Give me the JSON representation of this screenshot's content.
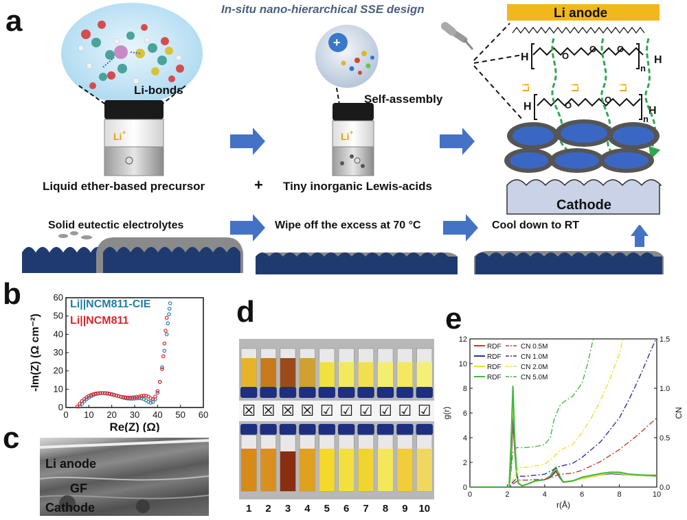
{
  "panel_a": {
    "letter": "a",
    "title": "In-situ nano-hierarchical SSE design",
    "bubble1_label": "Li-bonds",
    "bubble2_label": "Self-assembly",
    "vial_label": "Li",
    "vial_sup": "+",
    "precursor_label": "Liquid ether-based precursor",
    "plus": "+",
    "lewis_label": "Tiny inorganic Lewis-acids",
    "anode_label": "Li anode",
    "cathode_label": "Cathode",
    "ion_label": "Li",
    "ion_sup": "+",
    "polymer_H": "H",
    "polymer_n": "n",
    "step1_label": "Solid eutectic electrolytes",
    "step2_label": "Wipe off the excess at 70 °C",
    "step3_label": "Cool down to RT"
  },
  "panel_b": {
    "letter": "b",
    "chart_data": {
      "type": "scatter",
      "xlabel": "Re(Z) (Ω)",
      "ylabel": "-Im(Z) (Ω cm⁻²)",
      "xlim": [
        0,
        60
      ],
      "ylim": [
        0,
        60
      ],
      "xticks": [
        "0",
        "10",
        "20",
        "30",
        "40",
        "50",
        "60"
      ],
      "yticks": [
        "0",
        "10",
        "20",
        "30",
        "40",
        "50",
        "60"
      ],
      "legend_position": "top-left",
      "series": [
        {
          "name": "Li||NCM811-CIE",
          "color": "#1f7ea6",
          "x": [
            6,
            7,
            8,
            9,
            10,
            11,
            12,
            13,
            14,
            15,
            16,
            17,
            18,
            19,
            20,
            21,
            22,
            23,
            24,
            25,
            26,
            27,
            28,
            29,
            30,
            31,
            32,
            33,
            34,
            35,
            36,
            37,
            38,
            39,
            40,
            41,
            42,
            43,
            44,
            44.5,
            45,
            45.2,
            45.5
          ],
          "y": [
            0.5,
            2,
            3.3,
            4.5,
            5.4,
            6.2,
            6.8,
            7.3,
            7.6,
            7.8,
            7.9,
            7.9,
            7.8,
            7.6,
            7.3,
            7,
            6.6,
            6.2,
            5.8,
            5.4,
            5.1,
            4.9,
            4.8,
            4.8,
            4.9,
            5,
            5.1,
            5,
            4.6,
            3.9,
            3.1,
            2.6,
            3,
            4.5,
            8,
            14,
            22,
            31,
            40,
            46,
            51,
            54,
            57
          ]
        },
        {
          "name": "Li||NCM811",
          "color": "#d9262b",
          "x": [
            5,
            6,
            7,
            8,
            9,
            10,
            11,
            12,
            13,
            14,
            15,
            16,
            17,
            18,
            19,
            20,
            21,
            22,
            23,
            24,
            25,
            26,
            27,
            28,
            29,
            30,
            31,
            32,
            33,
            34,
            35,
            36,
            37,
            38,
            39,
            40,
            41,
            42,
            42.5,
            43,
            43.5,
            44
          ],
          "y": [
            0.5,
            2.1,
            3.5,
            4.6,
            5.5,
            6.3,
            6.9,
            7.3,
            7.6,
            7.8,
            7.9,
            7.9,
            7.8,
            7.6,
            7.4,
            7.1,
            6.8,
            6.5,
            6.2,
            5.9,
            5.7,
            5.5,
            5.4,
            5.4,
            5.5,
            5.6,
            5.8,
            6,
            6.3,
            6.5,
            6.4,
            6,
            5,
            4.5,
            6,
            9,
            14,
            21,
            28,
            35,
            42,
            49
          ]
        }
      ]
    }
  },
  "panel_c": {
    "letter": "c",
    "label_anode": "Li anode",
    "label_gf": "GF",
    "label_cathode": "Cathode"
  },
  "panel_d": {
    "letter": "d",
    "marks": [
      "☒",
      "☒",
      "☒",
      "☒",
      "☑",
      "☑",
      "☑",
      "☑",
      "☑",
      "☑"
    ],
    "numbers": [
      "1",
      "2",
      "3",
      "4",
      "5",
      "6",
      "7",
      "8",
      "9",
      "10"
    ],
    "top_liquid_colors": [
      "#e8b32a",
      "#c87a1c",
      "#9b4a1a",
      "#d0a030",
      "#f0e040",
      "#f2ea5a",
      "#f0e050",
      "#f4ee70",
      "#f3e860",
      "#f5ef7a"
    ],
    "bottom_liquid_colors": [
      "#d88a18",
      "#d99020",
      "#8a2e10",
      "#e0a020",
      "#f4d82c",
      "#f3e040",
      "#f0d430",
      "#f3e85a",
      "#f1cd3c",
      "#f0d860"
    ]
  },
  "panel_e": {
    "letter": "e",
    "chart_data": {
      "type": "line",
      "xlabel": "r(Å)",
      "ylabel": "g(r)",
      "y2label": "CN",
      "xlim": [
        0,
        10
      ],
      "ylim": [
        0,
        12
      ],
      "y2lim": [
        0,
        1.5
      ],
      "xticks": [
        "0",
        "2",
        "4",
        "6",
        "8",
        "10"
      ],
      "yticks": [
        "0",
        "2",
        "4",
        "6",
        "8",
        "10",
        "12"
      ],
      "y2ticks": [
        "0.0",
        "0.5",
        "1.0",
        "1.5"
      ],
      "legend_position": "top-left",
      "legend": [
        {
          "rdf": "RDF",
          "cn": "CN 0.5M",
          "color": "#c0392b"
        },
        {
          "rdf": "RDF",
          "cn": "CN 1.0M",
          "color": "#2e2e9a"
        },
        {
          "rdf": "RDF",
          "cn": "CN 2.0M",
          "color": "#e8e030"
        },
        {
          "rdf": "RDF",
          "cn": "CN 5.0M",
          "color": "#3fb93f"
        }
      ],
      "series": [
        {
          "name": "RDF 0.5M",
          "color": "#c0392b",
          "axis": "left",
          "style": "solid",
          "x": [
            0,
            2.1,
            2.2,
            2.3,
            2.4,
            2.5,
            2.6,
            2.8,
            3,
            3.5,
            4,
            4.3,
            4.5,
            4.6,
            4.8,
            5,
            5.5,
            6,
            7,
            7.5,
            8,
            8.5,
            9,
            10
          ],
          "y": [
            0,
            0,
            2,
            5.5,
            3,
            1,
            0.3,
            0.1,
            0.2,
            0.5,
            0.6,
            0.8,
            1.1,
            1.3,
            0.8,
            0.4,
            0.5,
            0.7,
            1.0,
            1.1,
            1.1,
            1.0,
            0.95,
            0.95
          ]
        },
        {
          "name": "RDF 1.0M",
          "color": "#2e2e9a",
          "axis": "left",
          "style": "solid",
          "x": [
            0,
            2.1,
            2.2,
            2.3,
            2.4,
            2.5,
            2.6,
            2.8,
            3,
            3.5,
            4,
            4.3,
            4.5,
            4.6,
            4.8,
            5,
            5.5,
            6,
            7,
            7.5,
            8,
            8.5,
            9,
            10
          ],
          "y": [
            0,
            0,
            2.5,
            6.2,
            3.2,
            1,
            0.3,
            0.1,
            0.2,
            0.5,
            0.6,
            0.8,
            1.2,
            1.4,
            0.8,
            0.4,
            0.5,
            0.7,
            1.0,
            1.1,
            1.05,
            1.0,
            0.95,
            0.9
          ]
        },
        {
          "name": "RDF 2.0M",
          "color": "#e8e030",
          "axis": "left",
          "style": "solid",
          "x": [
            0,
            2.1,
            2.2,
            2.3,
            2.4,
            2.5,
            2.6,
            2.8,
            3,
            3.5,
            4,
            4.3,
            4.5,
            4.6,
            4.8,
            5,
            5.5,
            6,
            7,
            7.5,
            8,
            8.5,
            9,
            10
          ],
          "y": [
            0,
            0,
            3,
            7.2,
            3.5,
            1.1,
            0.3,
            0.1,
            0.2,
            0.5,
            0.6,
            0.9,
            1.3,
            1.5,
            0.9,
            0.4,
            0.5,
            0.7,
            1.0,
            1.15,
            1.1,
            1.0,
            0.95,
            0.9
          ]
        },
        {
          "name": "RDF 5.0M",
          "color": "#3fb93f",
          "axis": "left",
          "style": "solid",
          "x": [
            0,
            2.1,
            2.2,
            2.3,
            2.4,
            2.5,
            2.6,
            2.8,
            3,
            3.5,
            4,
            4.3,
            4.5,
            4.6,
            4.8,
            5,
            5.5,
            6,
            7,
            7.5,
            8,
            8.5,
            9,
            10
          ],
          "y": [
            0,
            0,
            3.5,
            8.2,
            3.8,
            1.2,
            0.3,
            0.1,
            0.2,
            0.5,
            0.6,
            0.9,
            1.4,
            1.6,
            0.9,
            0.4,
            0.5,
            0.8,
            1.1,
            1.2,
            1.2,
            1.05,
            1.0,
            0.9
          ]
        },
        {
          "name": "CN 0.5M",
          "color": "#c0392b",
          "axis": "right",
          "style": "dashdot",
          "x": [
            0,
            2.1,
            2.3,
            2.6,
            3,
            4,
            4.4,
            4.8,
            5.5,
            6,
            7,
            8,
            9,
            10
          ],
          "y": [
            0,
            0,
            0.03,
            0.07,
            0.07,
            0.08,
            0.1,
            0.13,
            0.14,
            0.17,
            0.26,
            0.38,
            0.53,
            0.7
          ]
        },
        {
          "name": "CN 1.0M",
          "color": "#2e2e9a",
          "axis": "right",
          "style": "dashdot",
          "x": [
            0,
            2.1,
            2.3,
            2.6,
            3,
            4,
            4.4,
            4.8,
            5.5,
            6,
            7,
            8,
            8.5,
            9,
            9.5,
            10
          ],
          "y": [
            0,
            0,
            0.05,
            0.11,
            0.11,
            0.13,
            0.17,
            0.21,
            0.24,
            0.3,
            0.46,
            0.7,
            0.88,
            1.08,
            1.3,
            1.52
          ]
        },
        {
          "name": "CN 2.0M",
          "color": "#e8e030",
          "axis": "right",
          "style": "dashdot",
          "x": [
            0,
            2.1,
            2.3,
            2.6,
            3,
            4,
            4.4,
            4.8,
            5.5,
            6,
            6.5,
            7,
            7.5,
            8,
            8.2
          ],
          "y": [
            0,
            0,
            0.08,
            0.2,
            0.2,
            0.23,
            0.29,
            0.37,
            0.43,
            0.55,
            0.7,
            0.88,
            1.1,
            1.35,
            1.5
          ]
        },
        {
          "name": "CN 5.0M",
          "color": "#3fb93f",
          "axis": "right",
          "style": "dashdot",
          "x": [
            0,
            2.1,
            2.2,
            2.3,
            2.5,
            2.7,
            3,
            3.5,
            4,
            4.3,
            4.5,
            4.8,
            5,
            5.5,
            6,
            6.3,
            6.6
          ],
          "y": [
            0,
            0,
            0.15,
            0.35,
            0.4,
            0.4,
            0.4,
            0.41,
            0.43,
            0.5,
            0.68,
            0.82,
            0.86,
            0.92,
            1.05,
            1.25,
            1.5
          ]
        }
      ]
    }
  }
}
